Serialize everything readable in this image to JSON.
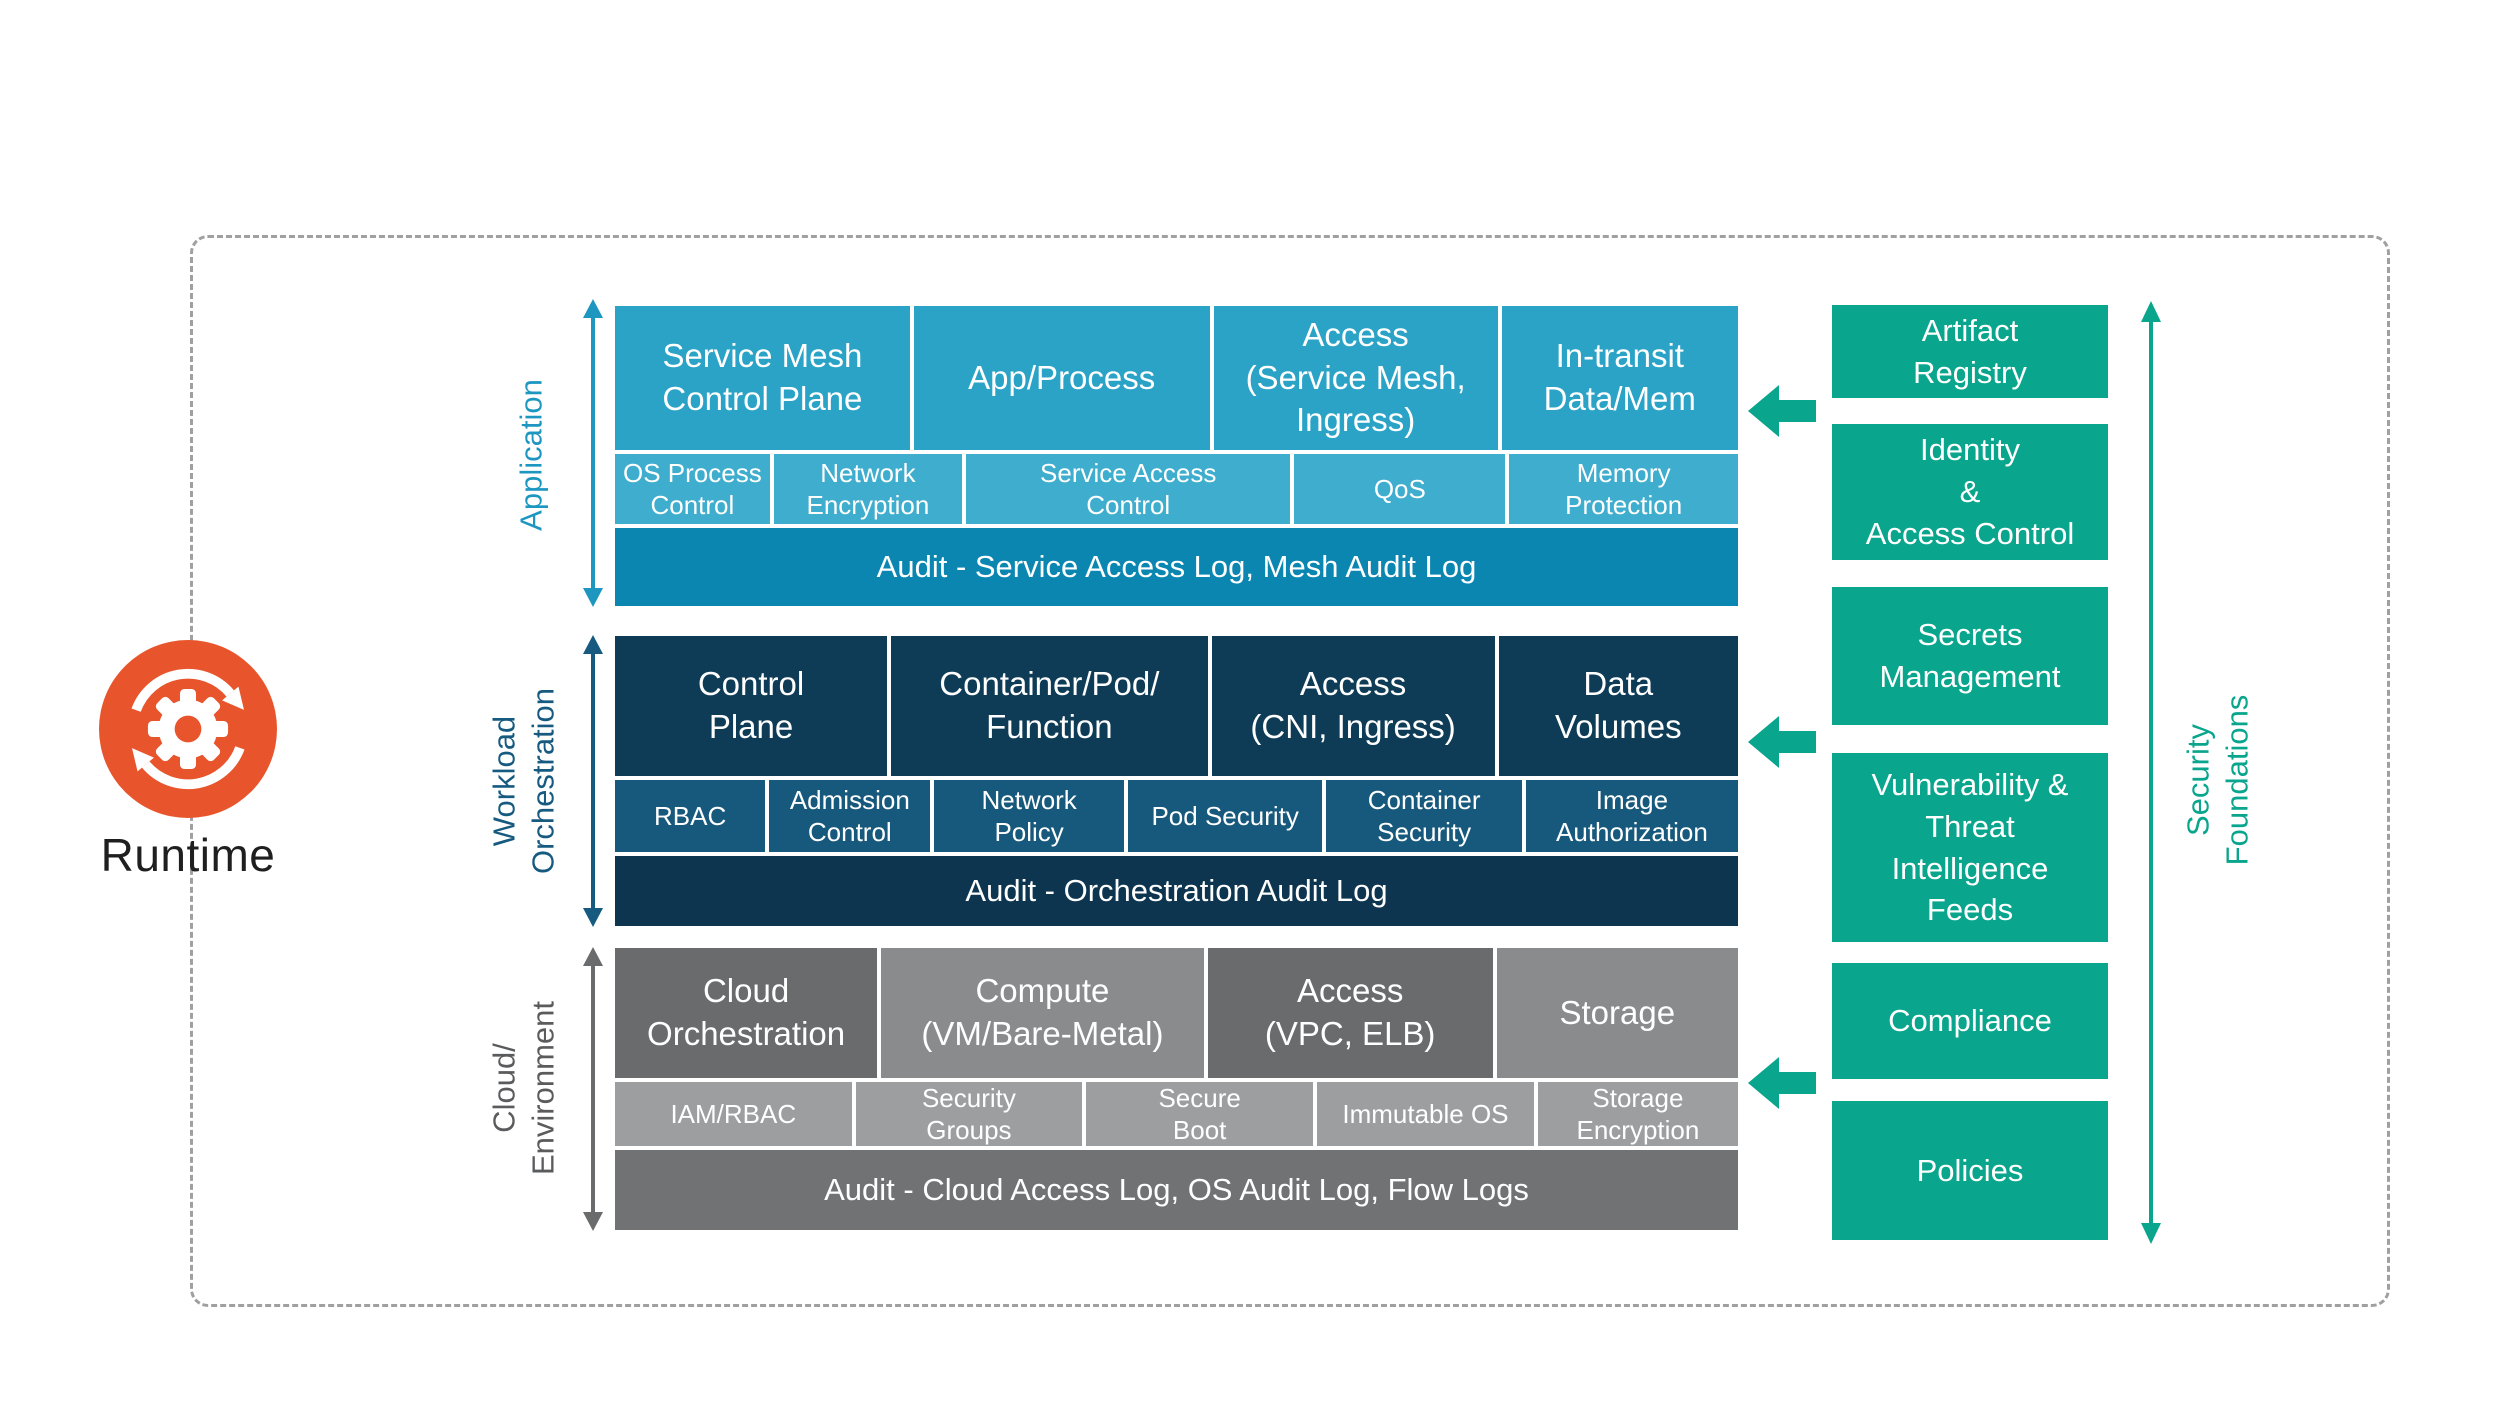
{
  "runtime": {
    "label": "Runtime"
  },
  "layers": [
    {
      "name": "Application",
      "components": [
        "Service Mesh\nControl Plane",
        "App/Process",
        "Access\n(Service Mesh,\nIngress)",
        "In-transit\nData/Mem"
      ],
      "controls": [
        "OS Process\nControl",
        "Network\nEncryption",
        "Service Access\nControl",
        "QoS",
        "Memory\nProtection"
      ],
      "audit": "Audit - Service Access Log, Mesh Audit Log"
    },
    {
      "name": "Workload\nOrchestration",
      "components": [
        "Control\nPlane",
        "Container/Pod/\nFunction",
        "Access\n(CNI, Ingress)",
        "Data\nVolumes"
      ],
      "controls": [
        "RBAC",
        "Admission\nControl",
        "Network\nPolicy",
        "Pod Security",
        "Container\nSecurity",
        "Image\nAuthorization"
      ],
      "audit": "Audit - Orchestration Audit Log"
    },
    {
      "name": "Cloud/\nEnvironment",
      "components": [
        "Cloud\nOrchestration",
        "Compute\n(VM/Bare-Metal)",
        "Access\n(VPC, ELB)",
        "Storage"
      ],
      "controls": [
        "IAM/RBAC",
        "Security\nGroups",
        "Secure\nBoot",
        "Immutable OS",
        "Storage\nEncryption"
      ],
      "audit": "Audit - Cloud Access Log, OS Audit Log, Flow Logs"
    }
  ],
  "foundations": {
    "label": "Security Foundations",
    "items": [
      "Artifact\nRegistry",
      "Identity\n&\nAccess Control",
      "Secrets\nManagement",
      "Vulnerability &\nThreat\nIntelligence\nFeeds",
      "Compliance",
      "Policies"
    ]
  },
  "colors": {
    "app-label": "#1d96c0",
    "app-top": "#2aa3c7",
    "app-sub": "#3fadce",
    "app-audit": "#0b86b1",
    "wl-label": "#175a80",
    "wl-top": "#0e3c57",
    "wl-sub": "#17597c",
    "wl-audit": "#0d3550",
    "cl-label": "#5a5b5d",
    "cl-dark": "#6a6b6d",
    "cl-mid": "#8a8b8d",
    "cl-light": "#9d9ea0",
    "cl-audit": "#717274",
    "teal": "#09a58d",
    "orange": "#e8552c",
    "frame": "#a0a0a0",
    "ink": "#1f1f1f"
  }
}
